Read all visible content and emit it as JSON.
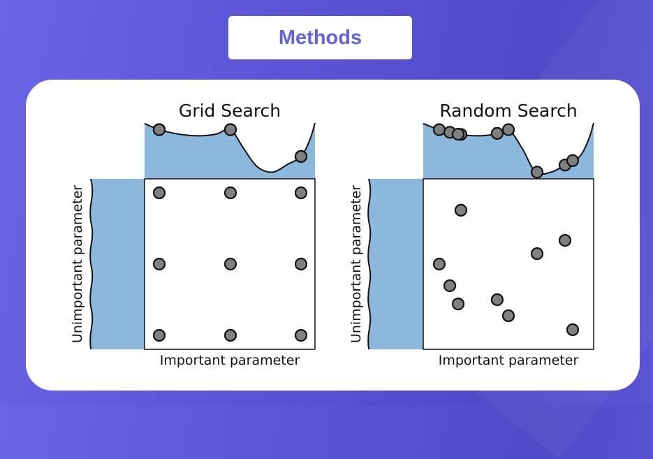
{
  "header": {
    "title": "Methods"
  },
  "colors": {
    "background": "#5a55d6",
    "title_text": "#6461e0",
    "fill": "#8cb8de",
    "point": "#808080",
    "outline": "#111111"
  },
  "chart_data": [
    {
      "type": "scatter",
      "title": "Grid Search",
      "xlabel": "Important parameter",
      "ylabel": "Unimportant parameter",
      "xlim": [
        0,
        1
      ],
      "ylim": [
        0,
        1
      ],
      "points": [
        {
          "x": 0.086,
          "y": 0.918
        },
        {
          "x": 0.504,
          "y": 0.918
        },
        {
          "x": 0.918,
          "y": 0.918
        },
        {
          "x": 0.086,
          "y": 0.5
        },
        {
          "x": 0.504,
          "y": 0.5
        },
        {
          "x": 0.918,
          "y": 0.5
        },
        {
          "x": 0.086,
          "y": 0.082
        },
        {
          "x": 0.504,
          "y": 0.082
        },
        {
          "x": 0.918,
          "y": 0.082
        }
      ],
      "marginal_curve": {
        "x": [
          0,
          0.086,
          0.2,
          0.32,
          0.42,
          0.504,
          0.58,
          0.66,
          0.75,
          0.84,
          0.918,
          0.97,
          1.0
        ],
        "y": [
          0.99,
          0.88,
          0.8,
          0.77,
          0.8,
          0.88,
          0.55,
          0.22,
          0.12,
          0.26,
          0.4,
          0.7,
          1.0
        ]
      }
    },
    {
      "type": "scatter",
      "title": "Random Search",
      "xlabel": "Important parameter",
      "ylabel": "Unimportant parameter",
      "xlim": [
        0,
        1
      ],
      "ylim": [
        0,
        1
      ],
      "points": [
        {
          "x": 0.221,
          "y": 0.816
        },
        {
          "x": 0.832,
          "y": 0.639
        },
        {
          "x": 0.668,
          "y": 0.561
        },
        {
          "x": 0.094,
          "y": 0.5
        },
        {
          "x": 0.156,
          "y": 0.373
        },
        {
          "x": 0.205,
          "y": 0.266
        },
        {
          "x": 0.434,
          "y": 0.291
        },
        {
          "x": 0.5,
          "y": 0.197
        },
        {
          "x": 0.877,
          "y": 0.115
        }
      ],
      "marginal_curve": {
        "x": [
          0,
          0.094,
          0.2,
          0.32,
          0.42,
          0.5,
          0.58,
          0.66,
          0.75,
          0.84,
          0.918,
          0.97,
          1.0
        ],
        "y": [
          0.99,
          0.88,
          0.8,
          0.77,
          0.8,
          0.88,
          0.55,
          0.12,
          0.12,
          0.26,
          0.4,
          0.7,
          1.0
        ]
      }
    }
  ]
}
